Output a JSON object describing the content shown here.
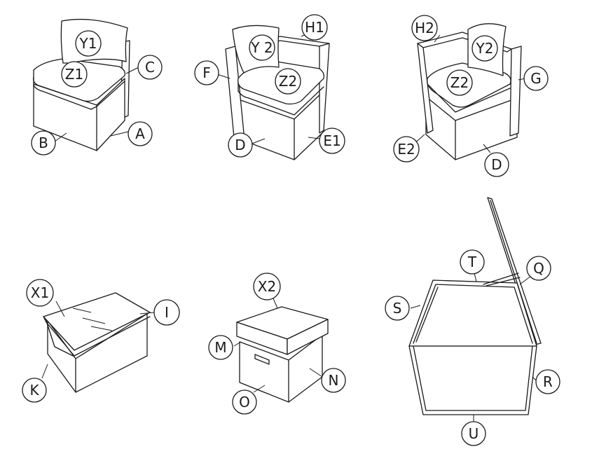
{
  "figures": [
    {
      "id": "fig-1",
      "labels": [
        "Y1",
        "Z1",
        "C",
        "A",
        "B"
      ]
    },
    {
      "id": "fig-2",
      "labels": [
        "Y 2",
        "H1",
        "F",
        "Z2",
        "D",
        "E1"
      ]
    },
    {
      "id": "fig-3",
      "labels": [
        "H2",
        "Y2",
        "G",
        "Z2",
        "E2",
        "D"
      ]
    },
    {
      "id": "fig-4",
      "labels": [
        "X1",
        "I",
        "K"
      ]
    },
    {
      "id": "fig-5",
      "labels": [
        "X2",
        "M",
        "N",
        "O"
      ]
    },
    {
      "id": "fig-6",
      "labels": [
        "T",
        "Q",
        "S",
        "R",
        "U"
      ]
    }
  ],
  "callouts": {
    "y1": "Y1",
    "z1": "Z1",
    "c": "C",
    "a": "A",
    "b": "B",
    "y2a": "Y 2",
    "h1": "H1",
    "f": "F",
    "z2a": "Z2",
    "da": "D",
    "e1": "E1",
    "h2": "H2",
    "y2b": "Y2",
    "g": "G",
    "z2b": "Z2",
    "e2": "E2",
    "db": "D",
    "x1": "X1",
    "i": "I",
    "k": "K",
    "x2": "X2",
    "m": "M",
    "n": "N",
    "o": "O",
    "t": "T",
    "q": "Q",
    "s": "S",
    "r": "R",
    "u": "U"
  },
  "colors": {
    "line": "#1a1a1a",
    "background": "#ffffff"
  }
}
